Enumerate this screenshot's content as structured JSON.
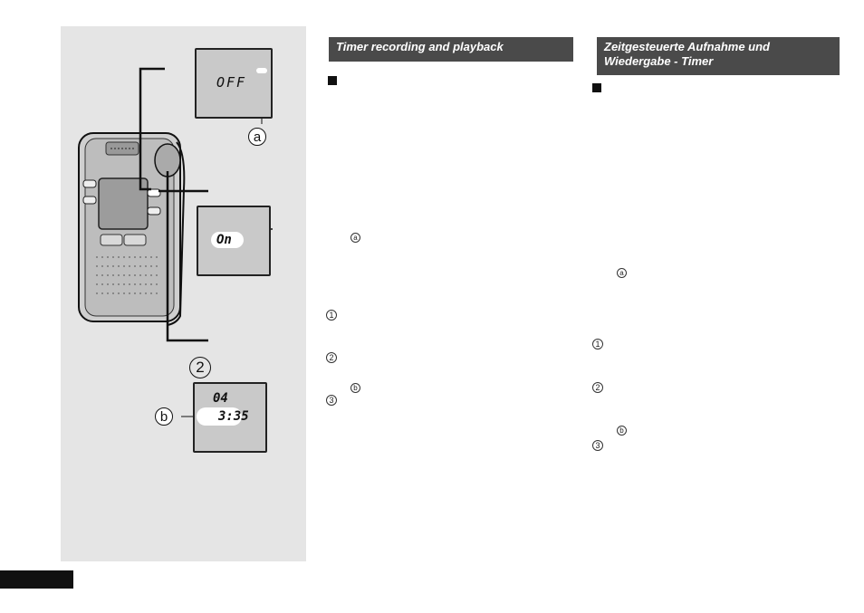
{
  "figure": {
    "lcd_top_text": "OFF",
    "lcd_mid_text": "On",
    "lcd_bottom_line1": "04",
    "lcd_bottom_line2": "3:35",
    "callout_a": "a",
    "callout_b": "b",
    "step_label": "2"
  },
  "col_en": {
    "heading": "Timer recording and playback",
    "marker_a": "a",
    "step1": "1",
    "step2": "2",
    "marker_b": "b",
    "step3": "3"
  },
  "col_de": {
    "heading": "Zeitgesteuerte Aufnahme und Wiedergabe - Timer",
    "marker_a": "a",
    "step1": "1",
    "step2": "2",
    "marker_b": "b",
    "step3": "3"
  },
  "colors": {
    "heading_bg": "#4a4a4a",
    "figure_bg": "#e5e5e5",
    "lcd_bg": "#c9c9c9"
  }
}
